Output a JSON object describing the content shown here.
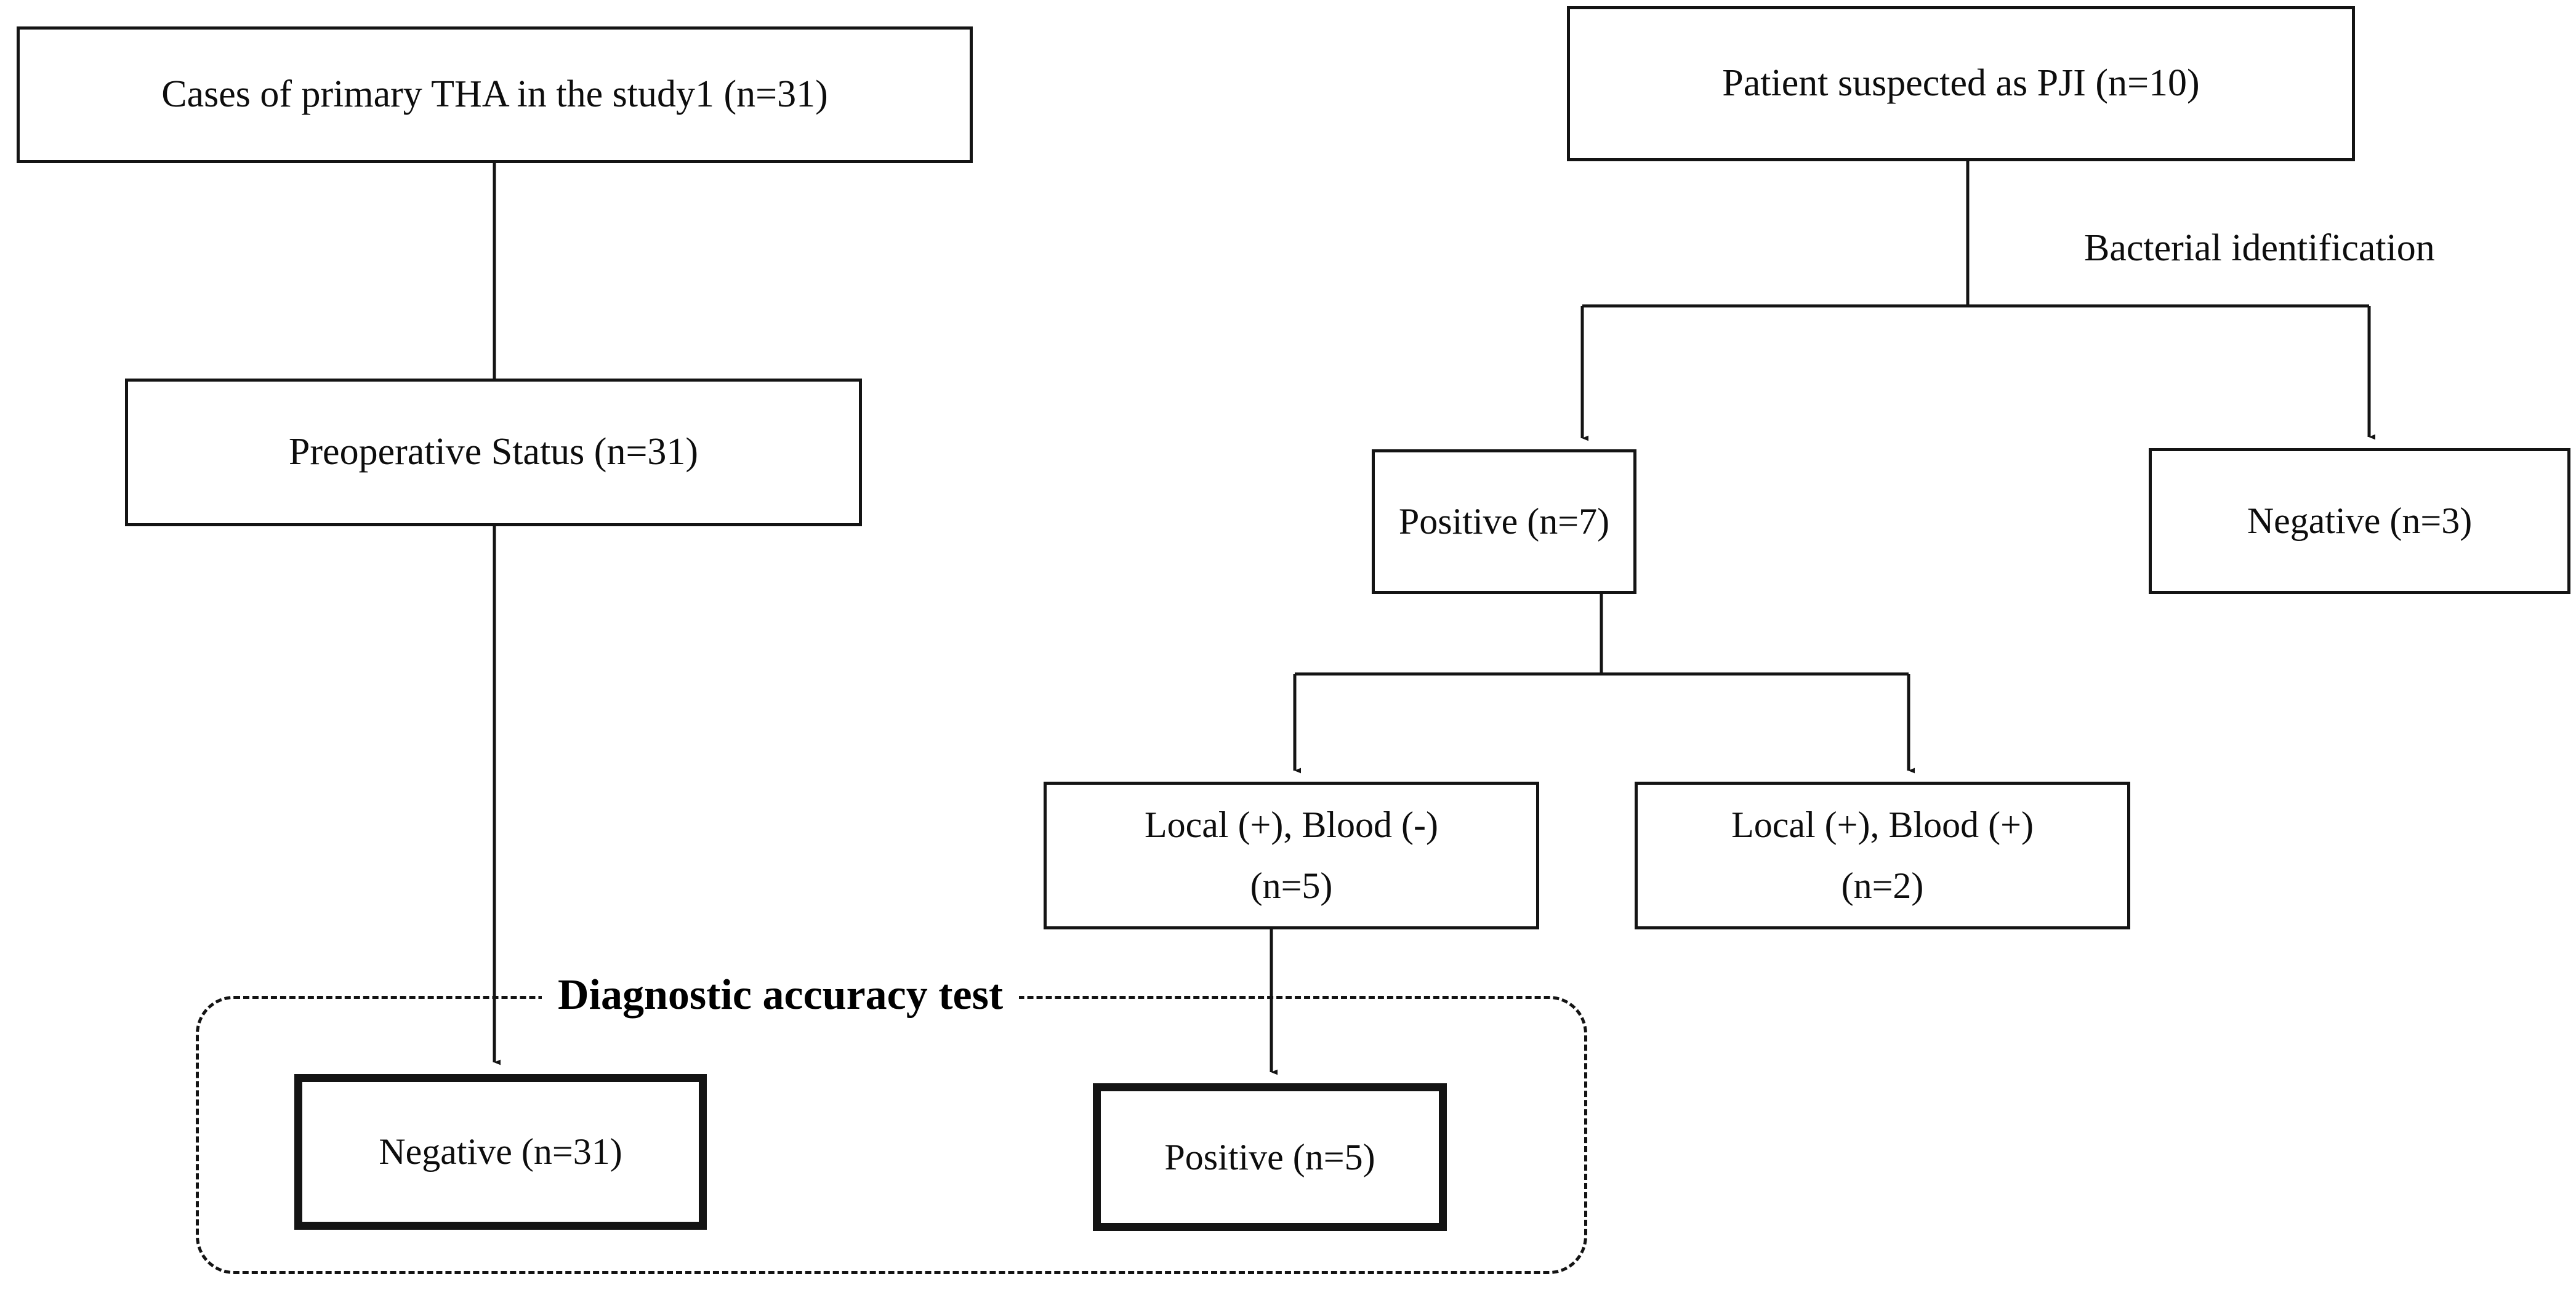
{
  "figure": {
    "type": "flowchart",
    "title": "",
    "background_color": "#ffffff",
    "line_color": "#141414",
    "text_color": "#0d0d0d"
  },
  "nodes": {
    "cases_tha": "Cases of primary THA in the study1 (n=31)",
    "patient_pji": "Patient suspected as PJI (n=10)",
    "preop_status": "Preoperative Status (n=31)",
    "bact_positive": "Positive (n=7)",
    "bact_negative": "Negative (n=3)",
    "local_blood_neg_line1": "Local (+), Blood (-)",
    "local_blood_neg_line2": "(n=5)",
    "local_blood_pos_line1": "Local (+), Blood (+)",
    "local_blood_pos_line2": "(n=2)",
    "result_negative": "Negative (n=31)",
    "result_positive": "Positive (n=5)"
  },
  "labels": {
    "bacterial_identification": "Bacterial identification",
    "diagnostic_accuracy_test": "Diagnostic accuracy test"
  },
  "counts": {
    "cases_tha_n": 31,
    "patient_pji_n": 10,
    "preop_status_n": 31,
    "bact_positive_n": 7,
    "bact_negative_n": 3,
    "local_blood_neg_n": 5,
    "local_blood_pos_n": 2,
    "result_negative_n": 31,
    "result_positive_n": 5
  }
}
